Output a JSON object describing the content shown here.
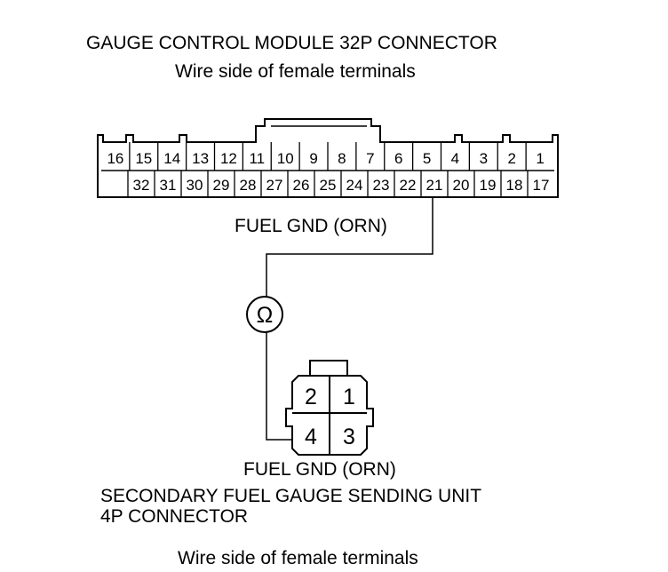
{
  "gcm": {
    "title": "GAUGE CONTROL MODULE 32P CONNECTOR",
    "subtitle": "Wire side of female terminals",
    "top_row": [
      "16",
      "15",
      "14",
      "13",
      "12",
      "11",
      "10",
      "9",
      "8",
      "7",
      "6",
      "5",
      "4",
      "3",
      "2",
      "1"
    ],
    "bottom_row": [
      "",
      "32",
      "31",
      "30",
      "29",
      "28",
      "27",
      "26",
      "25",
      "24",
      "23",
      "22",
      "21",
      "20",
      "19",
      "18",
      "17"
    ],
    "wire_label": "FUEL GND (ORN)"
  },
  "meter": {
    "symbol": "Ω",
    "icon": "ohmmeter-icon"
  },
  "sending_unit": {
    "wire_label": "FUEL GND (ORN)",
    "title_line1": "SECONDARY FUEL GAUGE SENDING UNIT",
    "title_line2": "4P CONNECTOR",
    "subtitle": "Wire side of female terminals",
    "pins": [
      "2",
      "1",
      "4",
      "3"
    ]
  }
}
